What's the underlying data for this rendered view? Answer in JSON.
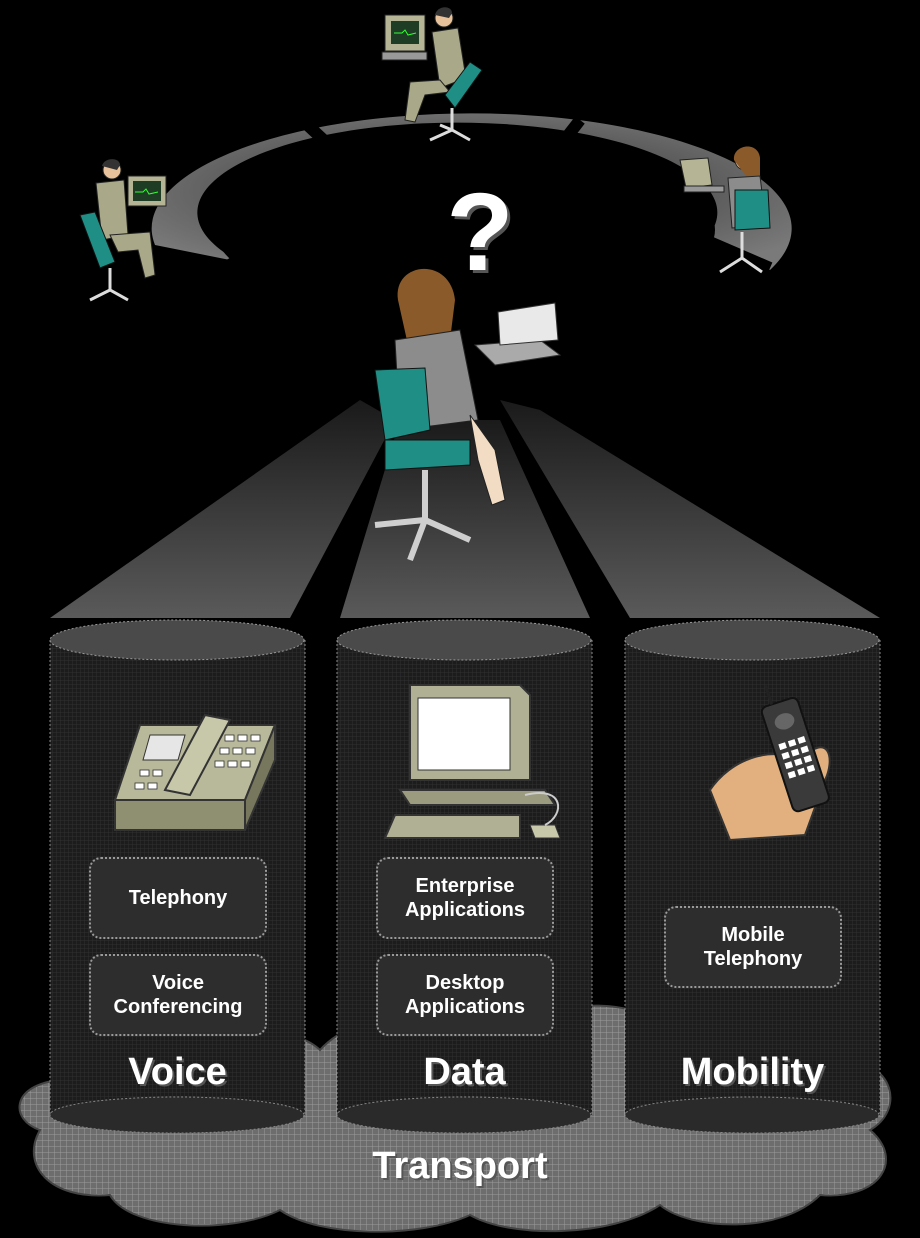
{
  "center_symbol": "?",
  "pillars": [
    {
      "title": "Voice",
      "icon": "desk-phone-icon",
      "items": [
        "Telephony",
        "Voice\nConferencing"
      ]
    },
    {
      "title": "Data",
      "icon": "desktop-computer-icon",
      "items": [
        "Enterprise\nApplications",
        "Desktop\nApplications"
      ]
    },
    {
      "title": "Mobility",
      "icon": "mobile-phone-icon",
      "items": [
        "Mobile\nTelephony"
      ]
    }
  ],
  "base": {
    "label": "Transport"
  },
  "icons": [
    "person-at-computer-icon",
    "person-at-laptop-icon",
    "office-chair-icon",
    "desk-phone-icon",
    "desktop-computer-icon",
    "mobile-phone-icon"
  ],
  "colors": {
    "background": "#000000",
    "chair": "#1f8f86",
    "suit": "#a9a98a",
    "cloud_grid": "#8a8a8a",
    "text": "#ffffff"
  }
}
